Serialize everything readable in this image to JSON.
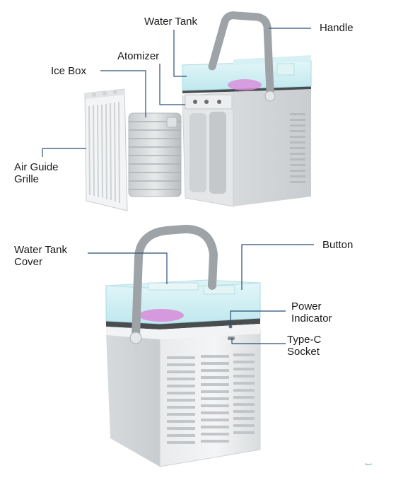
{
  "colors": {
    "leader_line": "#2b4f78",
    "body_white": "#eef0f1",
    "body_shade": "#d6d9db",
    "tank_glass": "#cfeef2",
    "tank_water": "#b9e6ec",
    "purple_glow": "#d98bd9",
    "handle_gray": "#9ea3a7",
    "trim_dark": "#4a4d50"
  },
  "labels": {
    "water_tank": "Water Tank",
    "handle": "Handle",
    "atomizer": "Atomizer",
    "ice_box": "Ice Box",
    "air_guide_grille_line1": "Air Guide",
    "air_guide_grille_line2": "Grille",
    "water_tank_cover_line1": "Water Tank",
    "water_tank_cover_line2": "Cover",
    "button": "Button",
    "power_indicator_line1": "Power",
    "power_indicator_line2": "Indicator",
    "type_c_socket_line1": "Type-C",
    "type_c_socket_line2": "Socket"
  }
}
